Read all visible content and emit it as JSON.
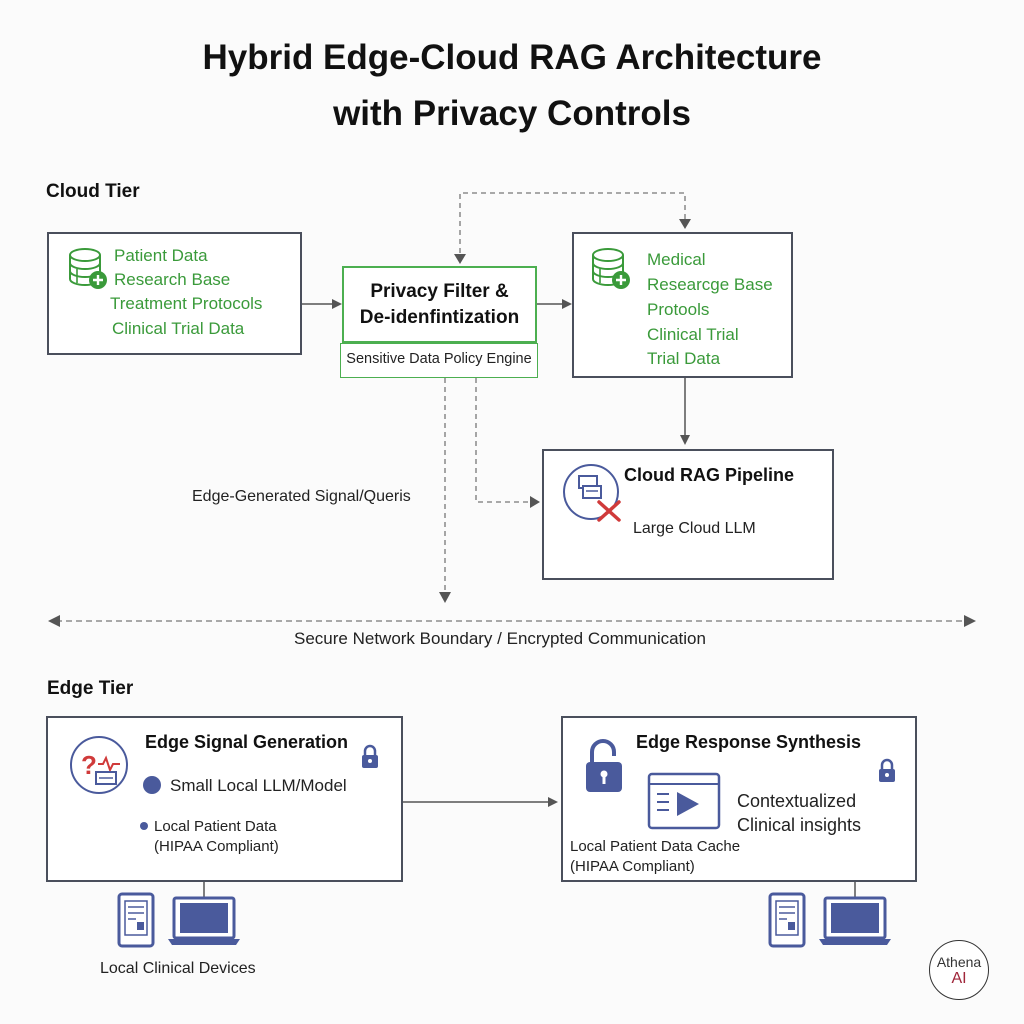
{
  "title": {
    "line1": "Hybrid Edge-Cloud RAG Architecture",
    "line2": "with Privacy Controls"
  },
  "cloud_tier": {
    "label": "Cloud Tier",
    "source_box": {
      "items": [
        "Patient Data",
        "Research  Base",
        "Treatment Protocols",
        "Clinical Trial Data"
      ]
    },
    "privacy_filter": {
      "title_line1": "Privacy Filter &",
      "title_line2": "De-idenfintization",
      "policy_engine": "Sensitive Data Policy Engine"
    },
    "knowledge_box": {
      "items": [
        "Medical",
        "Researcge Base",
        "Protools",
        "Clinical Trial",
        "Trial Data"
      ]
    },
    "rag_pipeline": {
      "title": "Cloud RAG Pipeline",
      "model": "Large Cloud LLM"
    },
    "signal_label": "Edge-Generated Signal/Queris"
  },
  "boundary": {
    "label": "Secure Network Boundary / Encrypted Communication"
  },
  "edge_tier": {
    "label": "Edge Tier",
    "signal_box": {
      "title": "Edge Signal Generation",
      "model": "Small Local LLM/Model",
      "data_line1": "Local Patient Data",
      "data_line2": "(HIPAA Compliant)"
    },
    "response_box": {
      "title": "Edge Response Synthesis",
      "output_line1": "Contextualized",
      "output_line2": "Clinical insights",
      "cache_line1": "Local Patient Data Cache",
      "cache_line2": "(HIPAA Compliant)"
    },
    "devices_label": "Local Clinical Devices"
  },
  "logo": {
    "line1": "Athena",
    "line2": "AI"
  },
  "colors": {
    "green": "#3a9a3a",
    "box_border": "#4a4f5c",
    "icon_blue": "#4a5a9c",
    "alert_red": "#d03a3a"
  }
}
